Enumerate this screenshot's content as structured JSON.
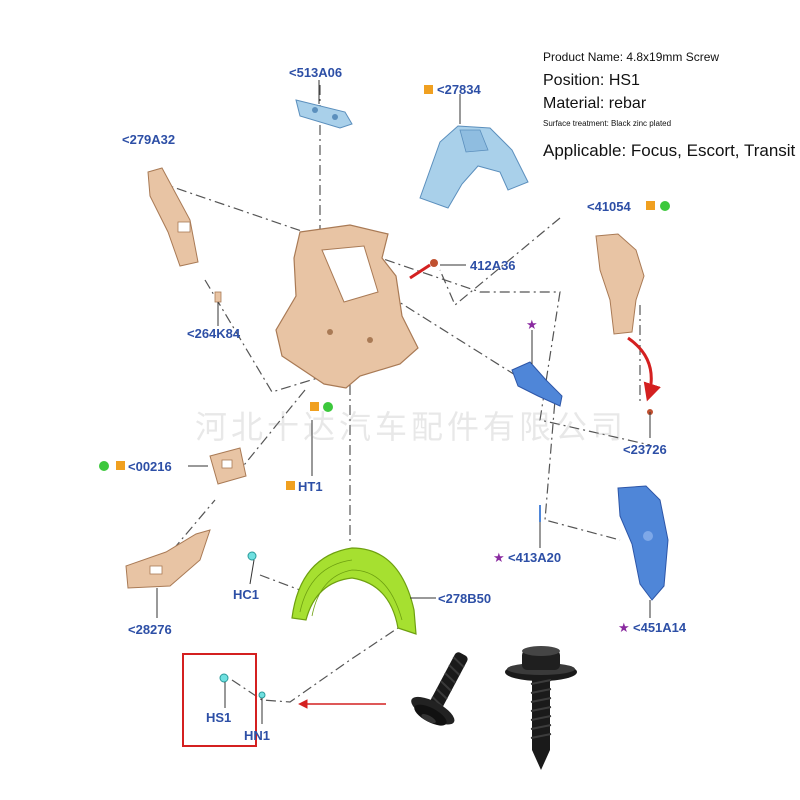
{
  "product": {
    "name_line": "Product Name: 4.8x19mm Screw",
    "position_line": "Position: HS1",
    "material_line": "Material: rebar",
    "surface_line": "Surface treatment: Black zinc plated",
    "applicable_line": "Applicable: Focus, Escort, Transit"
  },
  "watermark": "河北十达汽车配件有限公司",
  "labels": {
    "p513A06": "<513A06",
    "p27834": "<27834",
    "p279A32": "<279A32",
    "p41054": "<41054",
    "p412A36": "412A36",
    "p264K84": "<264K84",
    "p23726": "<23726",
    "p00216": "<00216",
    "pHT1": "HT1",
    "p413A20": "<413A20",
    "pHC1": "HC1",
    "p278B50": "<278B50",
    "p28276": "<28276",
    "p451A14": "<451A14",
    "pHS1": "HS1",
    "pHN1": "HN1"
  },
  "colors": {
    "label_blue": "#2d4fa6",
    "square_orange": "#f0a020",
    "dot_green": "#3cc83c",
    "star_purple": "#8a2aa0",
    "arrow_red": "#d42020",
    "part_tan": "#e8c4a4",
    "part_lightblue": "#a9d0ea",
    "part_blue": "#4f86d8",
    "part_green": "#a6e030",
    "highlight_box": "#d42020"
  }
}
